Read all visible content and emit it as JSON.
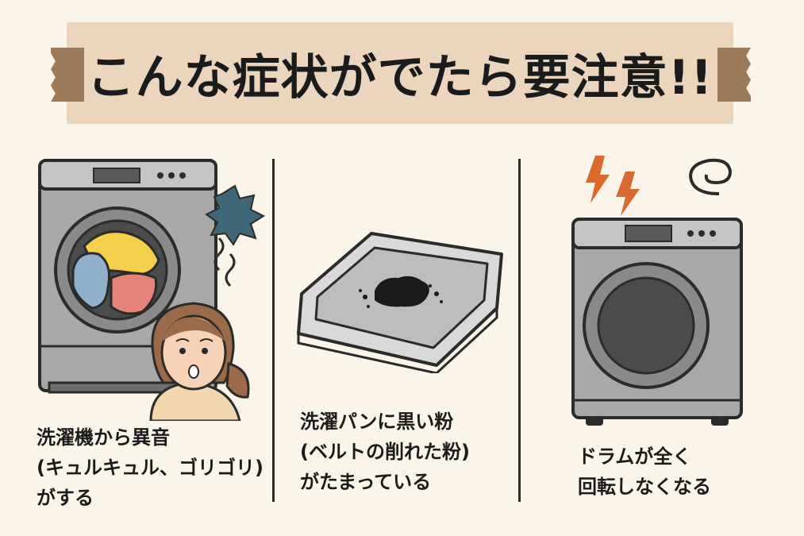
{
  "banner": {
    "title": "こんな症状がでたら要注意!!"
  },
  "panels": [
    {
      "illustration": "washing-machine-with-noise-and-worried-woman",
      "caption_lines": [
        "洗濯機から異音",
        "(キュルキュル、ゴリゴリ)",
        "がする"
      ]
    },
    {
      "illustration": "drain-pan-with-black-powder",
      "caption_lines": [
        "洗濯パンに黒い粉",
        "(ベルトの削れた粉)",
        "がたまっている"
      ]
    },
    {
      "illustration": "stopped-washing-machine-with-lightning",
      "caption_lines": [
        "ドラムが全く",
        "回転しなくなる"
      ]
    }
  ],
  "colors": {
    "background": "#fbf5e9",
    "banner": "#ecd5bd",
    "tape": "#9c7a5c",
    "lightning": "#d9692d",
    "noise_burst": "#3f6775"
  }
}
